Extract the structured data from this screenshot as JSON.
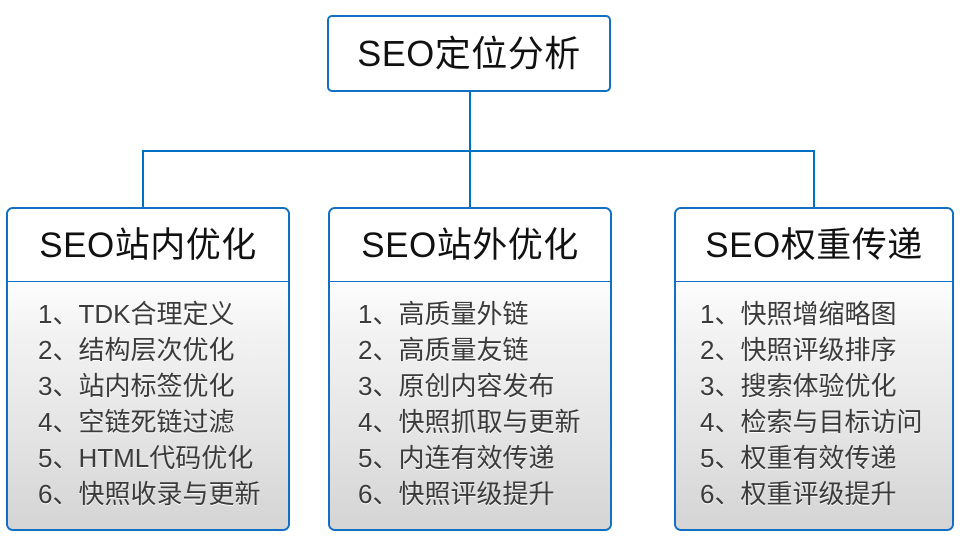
{
  "diagram": {
    "type": "organization-tree",
    "accent_color": "#1170c4",
    "connector_color": "#0070c0",
    "title_color": "#111111",
    "item_color": "#3b3b3b",
    "root": {
      "label": "SEO定位分析"
    },
    "branches": [
      {
        "header": "SEO站内优化",
        "items": [
          "1、TDK合理定义",
          "2、结构层次优化",
          "3、站内标签优化",
          "4、空链死链过滤",
          "5、HTML代码优化",
          "6、快照收录与更新"
        ]
      },
      {
        "header": "SEO站外优化",
        "items": [
          "1、高质量外链",
          "2、高质量友链",
          "3、原创内容发布",
          "4、快照抓取与更新",
          "5、内连有效传递",
          "6、快照评级提升"
        ]
      },
      {
        "header": "SEO权重传递",
        "items": [
          "1、快照增缩略图",
          "2、快照评级排序",
          "3、搜索体验优化",
          "4、检索与目标访问",
          "5、权重有效传递",
          "6、权重评级提升"
        ]
      }
    ]
  }
}
